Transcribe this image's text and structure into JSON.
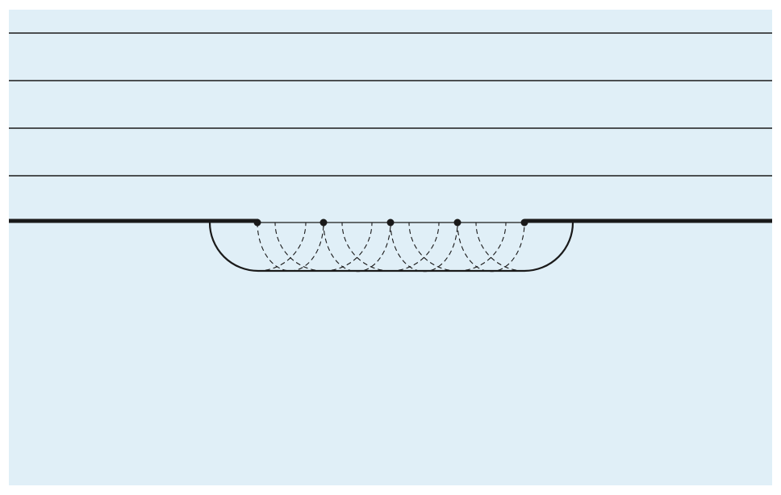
{
  "diagram": {
    "background_color": "#e0eff7",
    "line_color": "#1a1a1a",
    "wave_line_count": 4,
    "barrier_gap_source_count": 5,
    "wavelet_count": 4
  }
}
